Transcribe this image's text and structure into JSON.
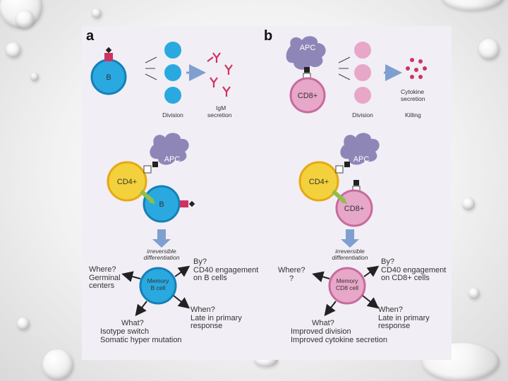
{
  "panel_a": {
    "letter": "a",
    "b_cell": "B",
    "division": "Division",
    "igm_line1": "IgM",
    "igm_line2": "secretion",
    "apc": "APC",
    "cd4": "CD4+",
    "b_cell2": "B",
    "irreversible_line1": "irreversible",
    "irreversible_line2": "differentiation",
    "memory_line1": "Memory",
    "memory_line2": "B cell",
    "where_q": "Where?",
    "where_a1": "Germinal",
    "where_a2": "centers",
    "by_q": "By?",
    "by_a1": "CD40 engagement",
    "by_a2": "on B cells",
    "when_q": "When?",
    "when_a1": "Late in primary",
    "when_a2": "response",
    "what_q": "What?",
    "what_a1": "Isotype switch",
    "what_a2": "Somatic hyper mutation"
  },
  "panel_b": {
    "letter": "b",
    "apc": "APC",
    "cd8": "CD8+",
    "division": "Division",
    "cytokine_line1": "Cytokine",
    "cytokine_line2": "secretion",
    "killing": "Killing",
    "apc2": "APC",
    "cd4": "CD4+",
    "cd8_2": "CD8+",
    "irreversible_line1": "irreversible",
    "irreversible_line2": "differentiation",
    "memory_line1": "Memory",
    "memory_line2": "CD8 cell",
    "where_q": "Where?",
    "where_a": "?",
    "by_q": "By?",
    "by_a1": "CD40 engagement",
    "by_a2": "on CD8+ cells",
    "when_q": "When?",
    "when_a1": "Late in primary",
    "when_a2": "response",
    "what_q": "What?",
    "what_a1": "Improved division",
    "what_a2": "Improved cytokine secretion"
  },
  "colors": {
    "b_cell": "#29a9e0",
    "cd8_cell": "#e7a7c9",
    "cd4_cell": "#f3d13c",
    "apc": "#8f86b8",
    "arrow": "#7f9fd0",
    "igm": "#d0325f"
  }
}
